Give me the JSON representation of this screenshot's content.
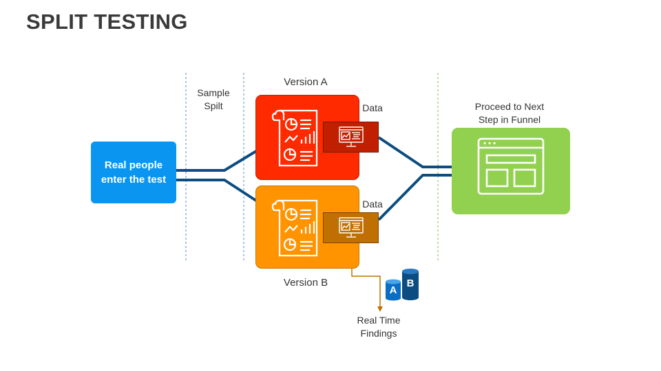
{
  "title": "SPLIT TESTING",
  "labels": {
    "sample_split_line1": "Sample",
    "sample_split_line2": "Spilt",
    "version_a": "Version A",
    "version_b": "Version B",
    "data_a": "Data",
    "data_b": "Data",
    "proceed_line1": "Proceed to Next",
    "proceed_line2": "Step in Funnel",
    "real_time_line1": "Real Time",
    "real_time_line2": "Findings"
  },
  "start_box": {
    "line1": "Real people",
    "line2": "enter the test"
  },
  "ab_icon": {
    "a": "A",
    "b": "B"
  },
  "colors": {
    "start": "#0a96f0",
    "version_a": "#ff2a00",
    "version_b": "#ff9400",
    "funnel": "#92d050",
    "connector": "#0b4d80",
    "findings_arrow": "#c07000",
    "split_divider": "#4a90d0",
    "funnel_divider": "#7cc050"
  },
  "icons": {
    "version_report": "report-document-icon",
    "data_monitor": "monitor-code-icon",
    "funnel_page": "web-page-layout-icon",
    "ab_database": "ab-database-icon"
  }
}
